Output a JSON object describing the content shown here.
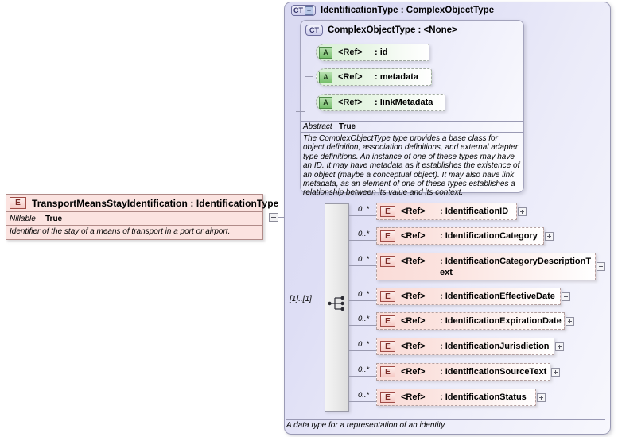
{
  "root_element": {
    "icon": "element-icon",
    "badge": "E",
    "title": "TransportMeansStayIdentification  :  IdentificationType",
    "facet_name": "Nillable",
    "facet_value": "True",
    "documentation": "Identifier of the stay of a means of transport in a port or airport."
  },
  "type_panel": {
    "badge": "CT",
    "badge_expand": "+",
    "title": "IdentificationType : ComplexObjectType",
    "documentation": "A data type for a representation of an identity."
  },
  "base_panel": {
    "badge": "CT",
    "title": "ComplexObjectType : <None>",
    "facet_name": "Abstract",
    "facet_value": "True",
    "documentation": "The ComplexObjectType type provides a base class for object definition, association definitions, and external adapter type definitions. An instance of one of these types may have an ID. It may have metadata as it establishes the existence of an object (maybe a conceptual object). It may also have link metadata, as an element of one of these types establishes a relationship between its value and its context.",
    "attributes": [
      {
        "badge": "A",
        "ref": "<Ref>",
        "name": ": id"
      },
      {
        "badge": "A",
        "ref": "<Ref>",
        "name": ": metadata"
      },
      {
        "badge": "A",
        "ref": "<Ref>",
        "name": ": linkMetadata"
      }
    ]
  },
  "sequence": {
    "occurrence": "[1]..[1]",
    "icon": "sequence-compositor-icon"
  },
  "elements": [
    {
      "badge": "E",
      "ref": "<Ref>",
      "name": ": IdentificationID",
      "occurs": "0..*"
    },
    {
      "badge": "E",
      "ref": "<Ref>",
      "name": ": IdentificationCategory",
      "occurs": "0..*"
    },
    {
      "badge": "E",
      "ref": "<Ref>",
      "name": ": IdentificationCategoryDescriptionText",
      "occurs": "0..*"
    },
    {
      "badge": "E",
      "ref": "<Ref>",
      "name": ": IdentificationEffectiveDate",
      "occurs": "0..*"
    },
    {
      "badge": "E",
      "ref": "<Ref>",
      "name": ": IdentificationExpirationDate",
      "occurs": "0..*"
    },
    {
      "badge": "E",
      "ref": "<Ref>",
      "name": ": IdentificationJurisdiction",
      "occurs": "0..*"
    },
    {
      "badge": "E",
      "ref": "<Ref>",
      "name": ": IdentificationSourceText",
      "occurs": "0..*"
    },
    {
      "badge": "E",
      "ref": "<Ref>",
      "name": ": IdentificationStatus",
      "occurs": "0..*"
    }
  ],
  "colors": {
    "element_fill": "#fbe3e0",
    "element_border": "#b08b88",
    "attribute_fill": "#d9f0d6",
    "panel_fill": "#dedef5",
    "panel_border": "#9a9ab4",
    "connector": "#9a9ab0"
  }
}
